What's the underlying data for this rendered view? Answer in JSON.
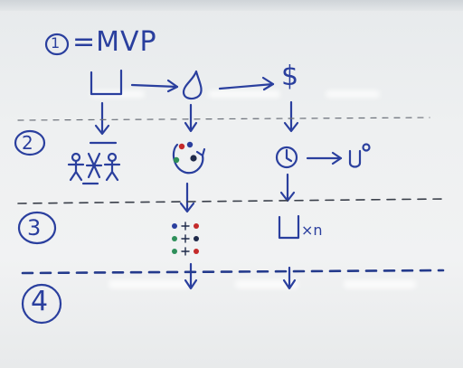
{
  "whiteboard": {
    "steps": [
      {
        "number": "1",
        "text": "=MVP"
      },
      {
        "number": "2",
        "text": ""
      },
      {
        "number": "3",
        "text": ""
      },
      {
        "number": "4",
        "text": ""
      }
    ],
    "row1": {
      "dollar": "$"
    },
    "row3": {
      "multiplier": "×n"
    },
    "colors": {
      "ink_blue": "#2a3f9e",
      "ink_dark": "#243a8c",
      "ink_red": "#c42a2a",
      "ink_green": "#2e8f5a",
      "ink_black": "#1f2a4a"
    }
  }
}
